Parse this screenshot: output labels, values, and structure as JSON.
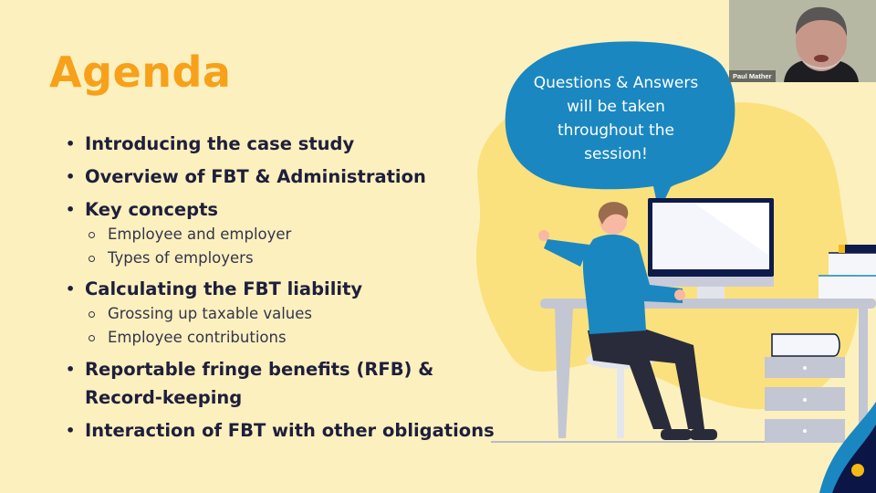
{
  "slide": {
    "title": "Agenda",
    "items": [
      {
        "label": "Introducing the case study",
        "sub": []
      },
      {
        "label": "Overview of FBT & Administration",
        "sub": []
      },
      {
        "label": "Key concepts",
        "sub": [
          "Employee and employer",
          "Types of employers"
        ]
      },
      {
        "label": "Calculating the FBT liability",
        "sub": [
          "Grossing up taxable values",
          "Employee contributions"
        ]
      },
      {
        "label_line1": "Reportable fringe benefits (RFB) &",
        "label_line2": "Record-keeping",
        "sub": []
      },
      {
        "label": "Interaction of FBT with other obligations",
        "sub": []
      }
    ],
    "bullet_glyph": "•",
    "speech_bubble": {
      "line1": "Questions & Answers",
      "line2": "will be taken",
      "line3": "throughout the",
      "line4": "session!"
    },
    "colors": {
      "background": "#fdf0bf",
      "title": "#f7a11a",
      "text": "#1e1f3b",
      "bubble": "#1a87c1",
      "blob": "#fbe27f",
      "navy": "#0b1646"
    }
  },
  "webcam": {
    "participant_name": "Paul Mather"
  }
}
